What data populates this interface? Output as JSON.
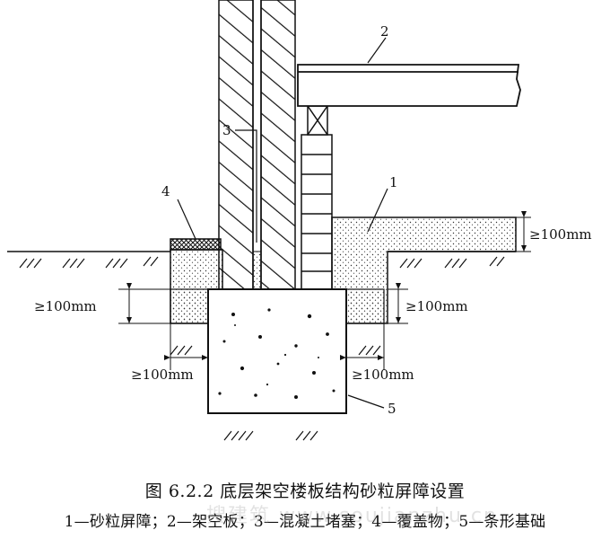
{
  "callouts": {
    "n1": "1",
    "n2": "2",
    "n3": "3",
    "n4": "4",
    "n5": "5"
  },
  "dimensions": {
    "left_vertical": "≥100mm",
    "right_vertical": "≥100mm",
    "top_right": "≥100mm",
    "bottom_left": "≥100mm",
    "bottom_right": "≥100mm"
  },
  "caption": {
    "title": "图 6.2.2   底层架空楼板结构砂粒屏障设置",
    "legend": "1—砂粒屏障；2—架空板；3—混凝土堵塞；4—覆盖物；5—条形基础"
  },
  "watermark": "搜建筑 www.soujianzhu.cn"
}
